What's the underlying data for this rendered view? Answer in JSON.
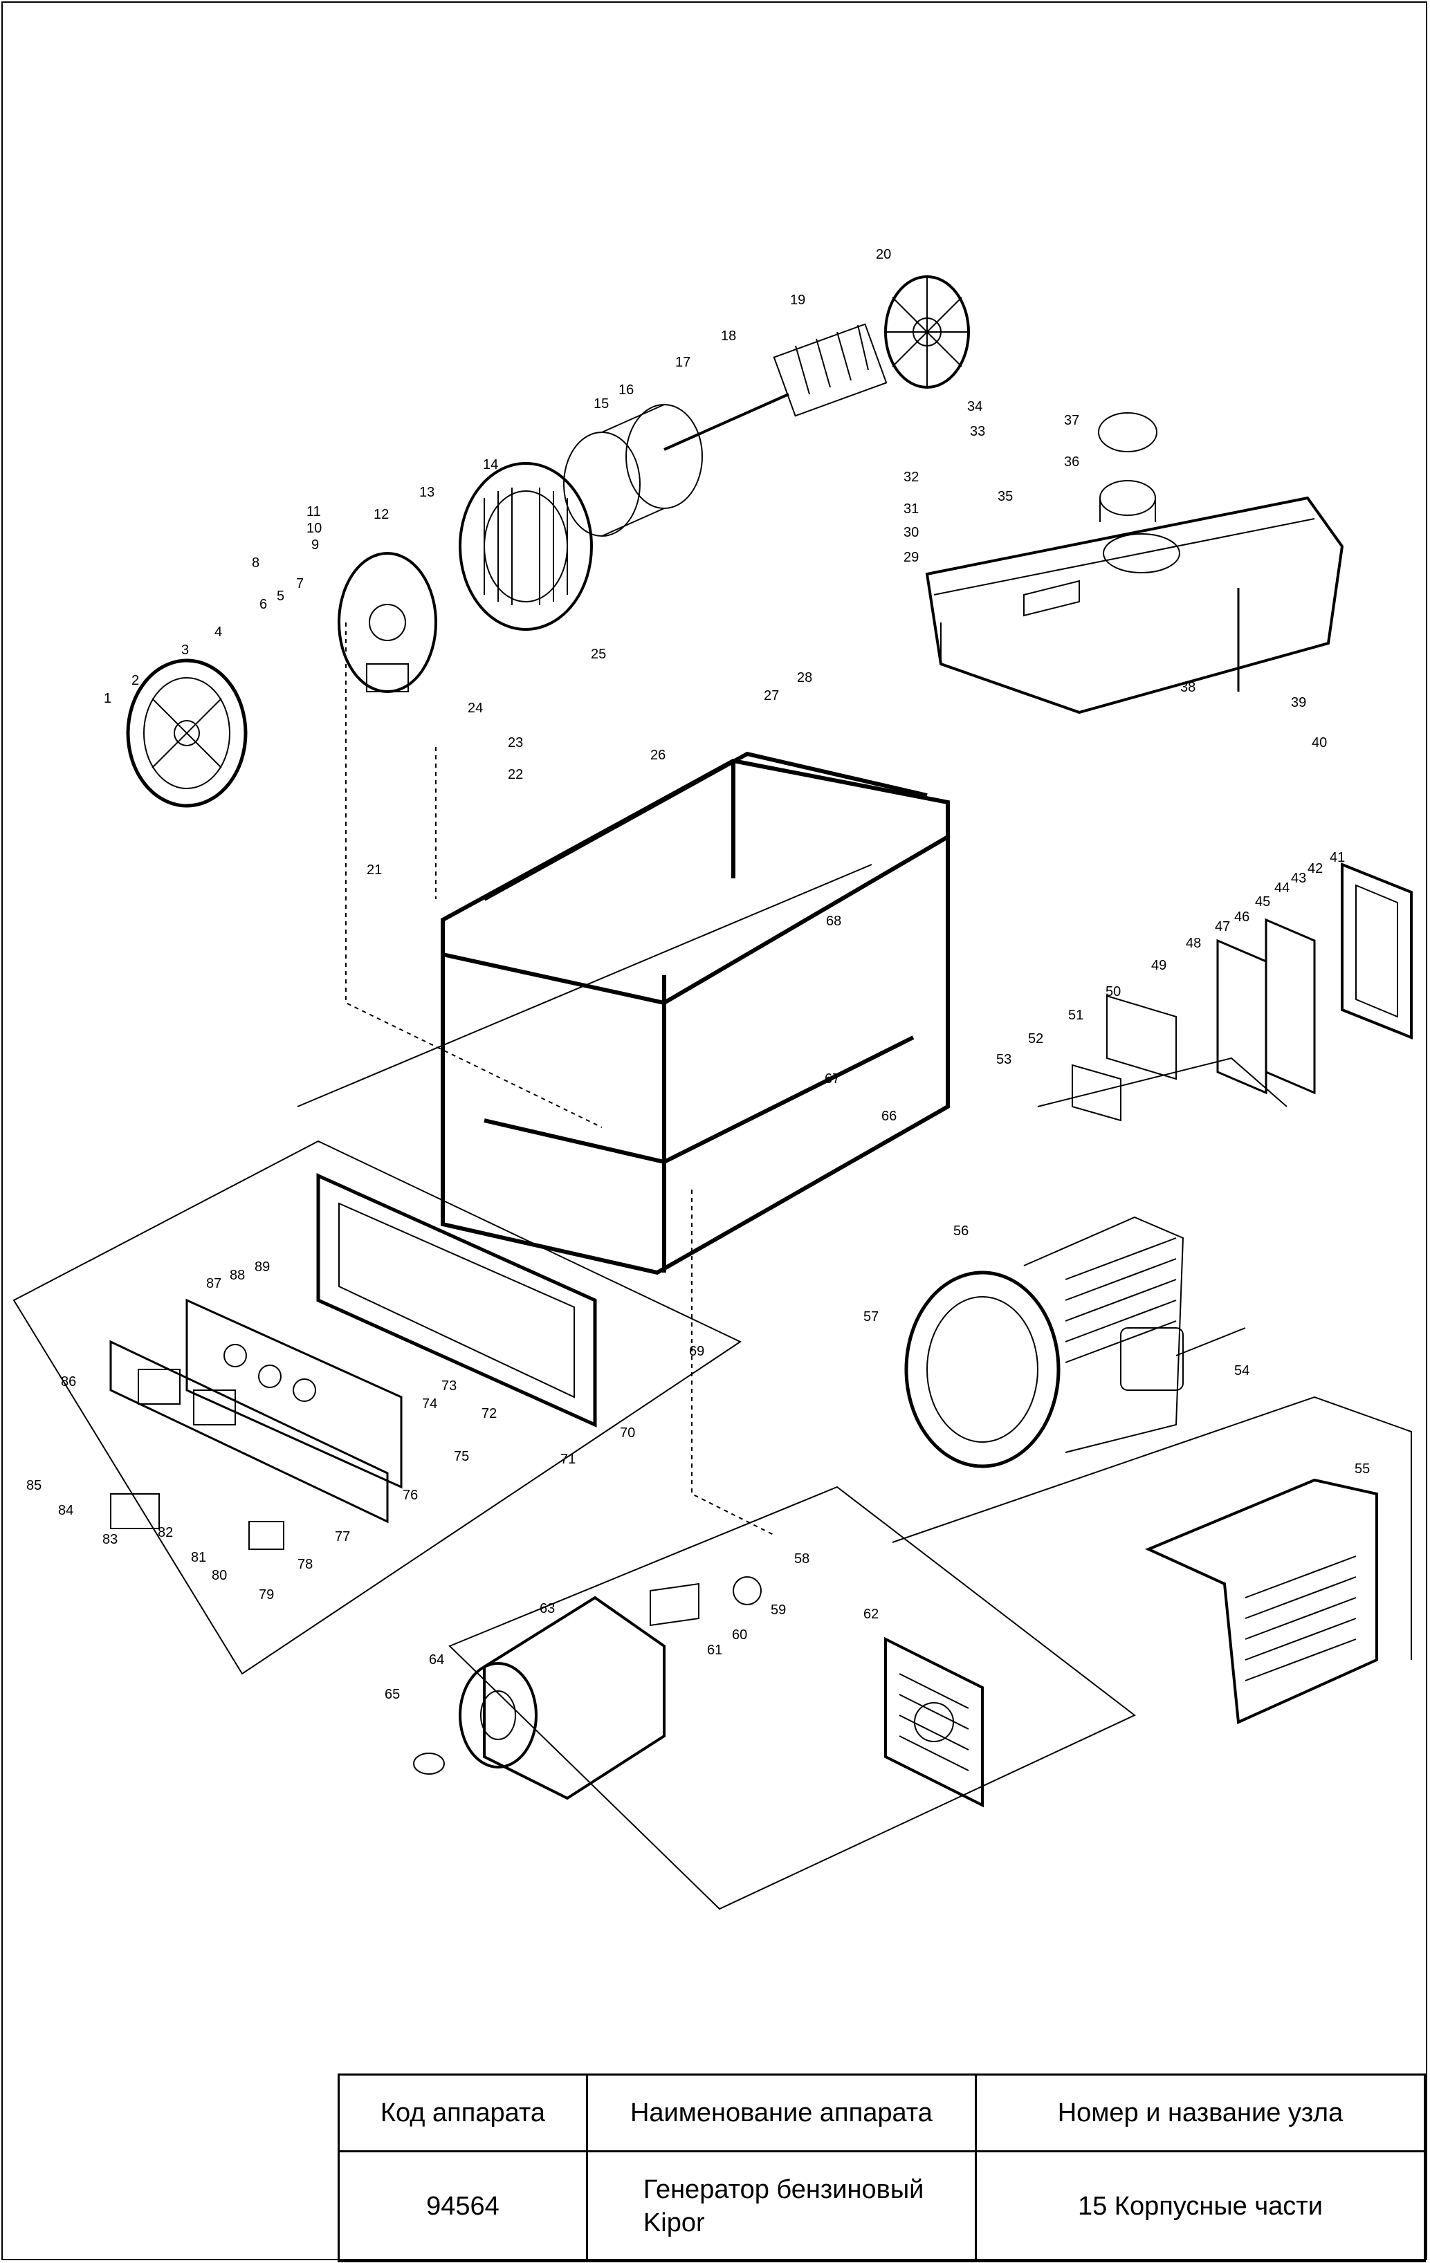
{
  "callouts": [
    "1",
    "2",
    "3",
    "4",
    "5",
    "6",
    "7",
    "8",
    "9",
    "10",
    "11",
    "12",
    "13",
    "14",
    "15",
    "16",
    "17",
    "18",
    "19",
    "20",
    "21",
    "22",
    "23",
    "24",
    "25",
    "26",
    "27",
    "28",
    "29",
    "30",
    "31",
    "32",
    "33",
    "34",
    "35",
    "36",
    "37",
    "38",
    "39",
    "40",
    "41",
    "42",
    "43",
    "44",
    "45",
    "46",
    "47",
    "48",
    "49",
    "50",
    "51",
    "52",
    "53",
    "54",
    "55",
    "56",
    "57",
    "58",
    "59",
    "60",
    "61",
    "62",
    "63",
    "64",
    "65",
    "66",
    "67",
    "68",
    "69",
    "70",
    "71",
    "72",
    "73",
    "74",
    "75",
    "76",
    "77",
    "78",
    "79",
    "80",
    "81",
    "82",
    "83",
    "84",
    "85",
    "86",
    "87",
    "88",
    "89"
  ],
  "table": {
    "col1_header": "Код аппарата",
    "col2_header": "Наименование аппарата",
    "col3_header": "Номер и название узла",
    "code": "94564",
    "name_line1": "Генератор бензиновый",
    "name_line2": "Kipor",
    "node": "15 Корпусные части"
  }
}
